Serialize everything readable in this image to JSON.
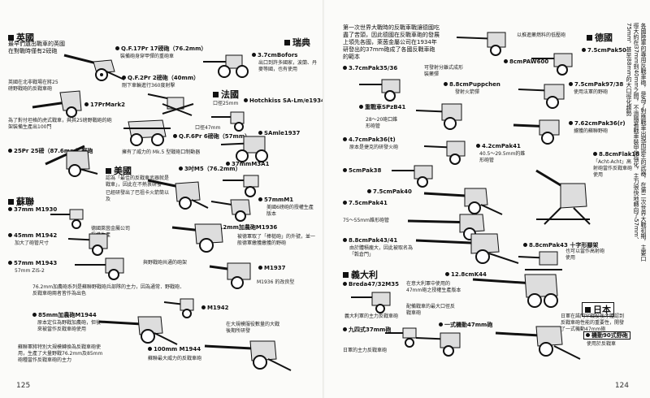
{
  "left": {
    "page_number": "125",
    "sections": {
      "uk": "英國",
      "sweden": "瑞典",
      "france": "法國",
      "usa": "美國",
      "ussr": "蘇聯"
    },
    "intro": "最早們遺出戰車的英國在對戰時僅有2磅砲",
    "guns": {
      "qf17": "Q.F.17Pr 17磅砲（76.2mm）",
      "qf17_note": "裝備砲身穿甲彈的重砲車",
      "qf2": "Q.F.2Pr 2磅砲（40mm）",
      "qf2_note": "剛下車輪進行360度射擊",
      "mk2": "17PrMark2",
      "mk2_note1": "英國在北非戰場在將25磅野戰砲的反戰車砲",
      "mk2_note2": "為了對付坦格的虎式戰車，與其25磅野戰砲的砲架裝備生產出100門",
      "qf6": "Q.F.6Pr 6磅砲（57mm）",
      "qf6_note": "擁有了威力的 Mk.5 型戰砲口制動器",
      "pr25": "25Pr 25磅（87.6mm）野砲",
      "bofors": "3.7cmBofors",
      "bofors_note": "出口到許多國家，波蘭、丹麥等國，也有使用",
      "hotchkiss": "Hotchkiss SA-Lm/e1934",
      "hotchkiss_note": "口徑25mm",
      "samle": "SAmle1937",
      "samle_note": "口徑47mm",
      "m5": "3吋M5（76.2mm）",
      "m5_note": "認為「最佳的反戰車武器就是戰車」，因此在不熱衷研發",
      "m3a1": "37mmM3A1",
      "m3a1_note": "已經研發出了巴祖卡火箭筒以及",
      "m1": "57mmM1",
      "m1_note": "美國6磅砲的授權生產版本",
      "m1930": "37mm M1930",
      "m1930_note": "德國萊茵金屬公司授權生產",
      "m1942": "45mm M1942",
      "m1942_note": "加大了砲管尺寸",
      "m1943": "57mm M1943",
      "m1943_note": "57mm ZiS-2",
      "m1936": "76.2mm加農砲M1936",
      "m1936_note": "被德軍取了「棒槌砲」的外號，並一般德軍繳獲繳獲的野砲",
      "m1937": "M1937",
      "m1937_note": "M1936 的改良型",
      "m1942b": "M1942",
      "m1944": "85mm加農砲M1944",
      "m1944_note": "原本定位為野戰加農砲，但後來被當作反戰車砲使用",
      "m100": "100mm M1944",
      "m100_note": "蘇聯最大威力的反戰車砲"
    },
    "notes": {
      "ussr_intro": "76.2mm加農砲系列是蘇聯野戰砲兵部隊的主力，因為通常．野戰砲．反戰車砲兩者皆作為出色",
      "ussr_end": "蘇聯軍將特別大規模轉換為反戰車砲使用，生產了大量野戰76.2mm及85mm砲種當作反戰車砲的主力"
    }
  },
  "right": {
    "page_number": "124",
    "sections": {
      "germany": "德國",
      "italy": "義大利",
      "japan": "日本"
    },
    "intro": "第一次世界大戰時的反戰車戰讓德國吃盡了苦頭，因此德國在反戰車砲的發展上領先各國，萊茵金屬公司在1934年研發出的37mm砲成了各國反戰車砲的範本",
    "side_text": "各國陸軍的專用反戰車砲，是為了對應戰車出現而誕生的武器，在第二次世界大戰初期，主要口徑大約在37mm到40mm之間，不過隨著戰車裝甲的強化，主力很快地轉向了57mm、75mm，甚至88mm的大口徑化趨勢",
    "guns": {
      "pak35": "3.7cmPak35/36",
      "pak35_note": "可發射分離式成形裝藥彈",
      "paw600": "8cmPAW600",
      "paw600_note": "以推進藥燃料的低壓砲",
      "pak50": "7.5cmPak50",
      "puppchen": "8.8cmPuppchen",
      "puppchen_note": "發射火箭彈",
      "pak97": "7.5cmPak97/38",
      "pak97_note": "使用法軍的野砲",
      "spzb41": "重戰車SPzB41",
      "spzb41_note": "28～20砲口錐形砲管",
      "pak36r": "7.62cmPak36(r)",
      "pak36r_note": "擄獲的蘇聯野砲",
      "pak36t": "4.7cmPak36(t)",
      "pak36t_note": "原本是捷克的研發火砲",
      "pak41": "4.2cmPak41",
      "pak41_note": "40.5～29.5mm的錐形砲管",
      "flak18": "8.8cmFlak18",
      "flak18_note": "「Acht-Acht」高射砲當作反戰車砲使用",
      "pak38": "5cmPak38",
      "pak40": "7.5cmPak40",
      "pak41b": "7.5cmPak41",
      "pak41b_note": "75～55mm錐形砲管",
      "pak43": "8.8cmPak43/41",
      "pak43_note": "由於體積龐大，因此被取名為「穀倉門」",
      "pak43b": "8.8cmPak43 十字形腳架",
      "pak43b_note": "也可以當作高射砲使用",
      "breda": "Breda47/32M35",
      "breda_note": "義大利軍的主力反戰車砲",
      "k44": "12.8cmK44",
      "k44_note": "配備戰車的最大口徑反戰車砲",
      "type94": "九四式37mm砲",
      "type1": "一式機動47mm砲",
      "type90": "機動90式野砲",
      "type90_note": "使用於反戰車"
    },
    "notes": {
      "italy_note": "在意大利軍中使用的47mm砲之授權生產版本",
      "japan_intro": "日軍在諾門罕戰役後才體認到反戰車砲性能的重要性，開發了一式機動47mm砲",
      "japan_note2": "日軍的主力反戰車砲"
    }
  }
}
